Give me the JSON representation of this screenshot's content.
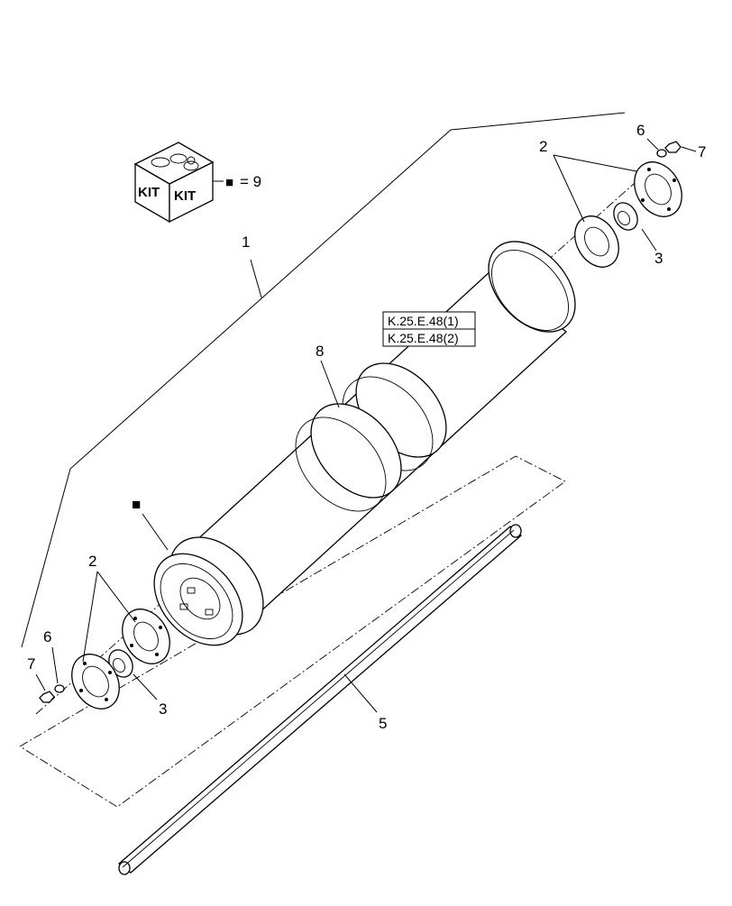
{
  "kit": {
    "box_text_left": "KIT",
    "box_text_right": "KIT",
    "legend_symbol": "■",
    "legend_text": "= 9"
  },
  "callouts": {
    "assembly": "1",
    "flange_bottom": "2",
    "flange_top": "2",
    "bearing_bottom": "3",
    "bearing_top": "3",
    "shaft": "5",
    "washer_bottom": "6",
    "washer_top": "6",
    "nut_bottom": "7",
    "nut_top": "7",
    "roller": "8",
    "kit_marker": "■"
  },
  "references": [
    "K.25.E.48(1)",
    "K.25.E.48(2)"
  ]
}
